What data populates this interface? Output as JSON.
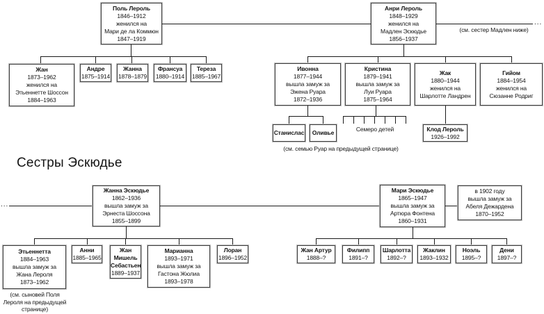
{
  "heading": "Сестры Эскюдье",
  "notes": {
    "see_madeleine": "(см. сестер Мадлен ниже)",
    "see_rouart": "(см. семью Руар на предыдущей странице)",
    "see_paul_sons": "(см. сыновей Поля\nЛероля на предыдущей\nстранице)",
    "seven_children": "Семеро детей",
    "ellipsis_right": "...",
    "ellipsis_left": "..."
  },
  "people": {
    "paul": {
      "name": "Поль Лероль",
      "details": "1846–1912\nженился на\nМари де ла Коммюн\n1847–1919"
    },
    "henri": {
      "name": "Анри Лероль",
      "details": "1848–1929\nженился на\nМадлен Эскюдье\n1856–1937"
    },
    "jean": {
      "name": "Жан",
      "details": "1873–1962\nженился на\nЭтьеннетте Шоссон\n1884–1963"
    },
    "andre": {
      "name": "Андре",
      "details": "1875–1914"
    },
    "jeanne": {
      "name": "Жанна",
      "details": "1878–1879"
    },
    "francois": {
      "name": "Франсуа",
      "details": "1880–1914"
    },
    "therese": {
      "name": "Тереза",
      "details": "1885–1967"
    },
    "yvonne": {
      "name": "Ивонна",
      "details": "1877–1944\nвышла замуж за\nЭжена Руара\n1872–1936"
    },
    "christine": {
      "name": "Кристина",
      "details": "1879–1941\nвышла замуж за\nЛуи Руара\n1875–1964"
    },
    "jacques": {
      "name": "Жак",
      "details": "1880–1944\nженился на\nШарлотте Ландрен"
    },
    "guillaume": {
      "name": "Гийом",
      "details": "1884–1954\nженился на\nСюзанне Родриг"
    },
    "stanislas": {
      "name": "Станислас"
    },
    "olivier": {
      "name": "Оливье"
    },
    "claude": {
      "name": "Клод Лероль",
      "details": "1926–1992"
    },
    "jeanne_escudier": {
      "name": "Жанна Эскюдье",
      "details": "1862–1936\nвышла замуж за\nЭрнеста Шоссона\n1855–1899"
    },
    "marie_escudier": {
      "name": "Мари Эскюдье",
      "details": "1865–1947\nвышла замуж за\nАртюра Фонтена\n1860–1931"
    },
    "remarriage": {
      "details": "в 1902 году\nвышла замуж за\nАбеля Дежардена\n1870–1952"
    },
    "etiennette": {
      "name": "Этьеннетта",
      "details": "1884–1963\nвышла замуж за\nЖана Лероля\n1873–1962"
    },
    "annie": {
      "name": "Анни",
      "details": "1885–1965"
    },
    "jean_michel": {
      "name": "Жан\nМишель\nСебастьен",
      "details": "1889–1937"
    },
    "marianne": {
      "name": "Марианна",
      "details": "1893–1971\nвышла замуж за\nГастона Жюлиа\n1893–1978"
    },
    "laurent": {
      "name": "Лоран",
      "details": "1896–1952"
    },
    "jean_arthur": {
      "name": "Жан Артур",
      "details": "1888–?"
    },
    "philippe": {
      "name": "Филипп",
      "details": "1891–?"
    },
    "charlotte": {
      "name": "Шарлотта",
      "details": "1892–?"
    },
    "jacqueline": {
      "name": "Жаклин",
      "details": "1893–1932"
    },
    "noel": {
      "name": "Ноэль",
      "details": "1895–?"
    },
    "denis": {
      "name": "Дени",
      "details": "1897–?"
    }
  }
}
